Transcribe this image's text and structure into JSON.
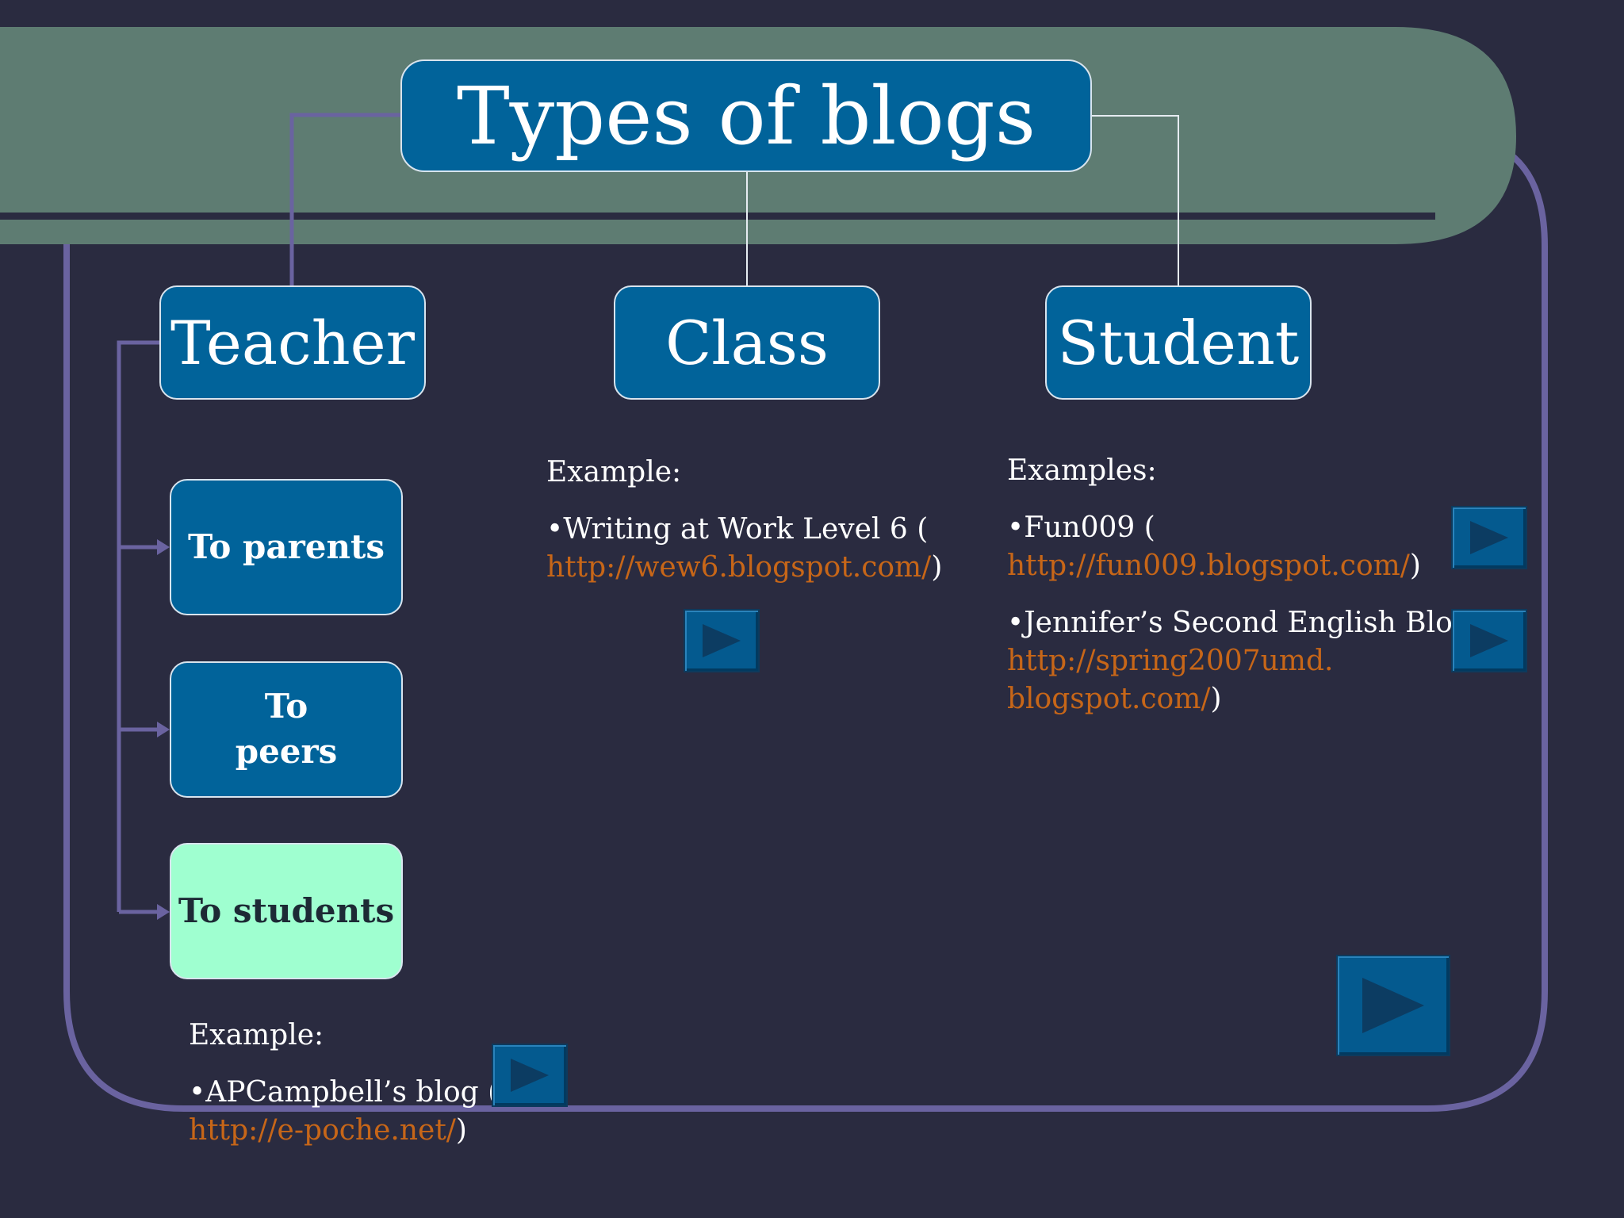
{
  "title": "Types of blogs",
  "categories": {
    "teacher": "Teacher",
    "class": "Class",
    "student": "Student"
  },
  "teacher_subtypes": {
    "parents": "To parents",
    "peers_line1": "To",
    "peers_line2": "peers",
    "students": "To students"
  },
  "teacher_example": {
    "heading": "Example:",
    "bullet": "•APCampbell’s blog (",
    "url": "http://e-poche.net/",
    "close": ")"
  },
  "class_example": {
    "heading": "Example:",
    "bullet": "•Writing at Work Level 6 (",
    "url": "http://wew6.blogspot.com/",
    "close": ")"
  },
  "student_examples": {
    "heading": "Examples:",
    "item1_bullet": "•Fun009 (",
    "item1_url": "http://fun009.blogspot.com/",
    "item1_close": ")",
    "item2_bullet": "•Jennifer’s Second English Blog (",
    "item2_url_line1": "http://spring2007umd.",
    "item2_url_line2": "blogspot.com/",
    "item2_close": ")"
  },
  "colors": {
    "background": "#2a2b40",
    "header_band": "#5e7c72",
    "frame": "#6a63a0",
    "box_fill": "#01639a",
    "active_box_fill": "#9fffd0",
    "link": "#c76618",
    "play_button": "#045a8f"
  },
  "icons": {
    "play": "play-triangle-icon"
  }
}
